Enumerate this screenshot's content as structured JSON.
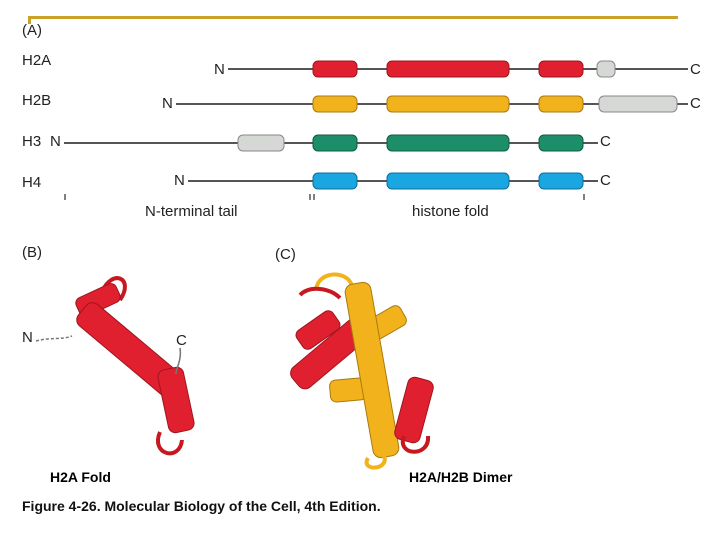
{
  "panel_a": {
    "label": "(A)",
    "rows": [
      {
        "name": "H2A",
        "n": "N",
        "c": "C"
      },
      {
        "name": "H2B",
        "n": "N",
        "c": "C"
      },
      {
        "name": "H3",
        "n": "N",
        "c": "C"
      },
      {
        "name": "H4",
        "n": "N",
        "c": "C"
      }
    ],
    "n_terminal_tail": "N-terminal tail",
    "histone_fold": "histone fold"
  },
  "panel_b": {
    "label": "(B)",
    "n": "N",
    "c": "C",
    "caption": "H2A Fold"
  },
  "panel_c": {
    "label": "(C)",
    "caption": "H2A/H2B Dimer"
  },
  "figure_caption": "Figure 4-26. Molecular Biology of the Cell, 4th Edition.",
  "colors": {
    "h2a": "#e0202e",
    "h2b": "#f2b21c",
    "h3": "#1c8f6a",
    "h4": "#1aa6e0",
    "tail": "#d6d8d6",
    "accent": "#c9a227"
  }
}
